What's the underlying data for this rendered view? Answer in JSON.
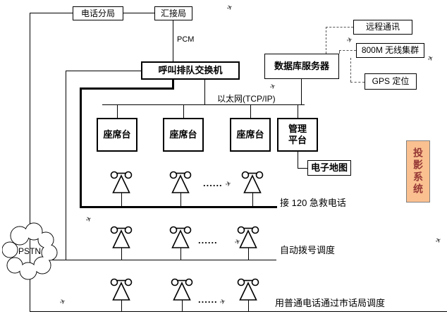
{
  "nodes": {
    "telecom_branch": {
      "label": "电话分局"
    },
    "tandem_office": {
      "label": "汇接局"
    },
    "call_queue_switch": {
      "label": "呼叫排队交换机"
    },
    "database_server": {
      "label": "数据库服务器"
    },
    "remote_comm": {
      "label": "远程通讯"
    },
    "wireless_800m": {
      "label": "800M 无线集群"
    },
    "gps_positioning": {
      "label": "GPS 定位"
    },
    "agent_console_1": {
      "label": "座席台"
    },
    "agent_console_2": {
      "label": "座席台"
    },
    "agent_console_3": {
      "label": "座席台"
    },
    "management_platform": {
      "label": "管理平台"
    },
    "electronic_map": {
      "label": "电子地图"
    },
    "projection_system": {
      "label": "投影系统"
    },
    "pstn_cloud": {
      "label": "PSTN"
    }
  },
  "edge_labels": {
    "pcm": "PCM",
    "ethernet": "以太网(TCP/IP)",
    "emergency_line": "接 120 急救电话",
    "autodial_line": "自动拨号调度",
    "ordinary_line": "用普通电话通过市话局调度",
    "ellipsis": "......"
  },
  "icons": {
    "telephone": "telephone-icon",
    "plane_mark": "✈"
  },
  "colors": {
    "line": "#000000",
    "dashed_line": "#555555",
    "projection_fill": "#FAC090",
    "projection_text": "#953735"
  }
}
